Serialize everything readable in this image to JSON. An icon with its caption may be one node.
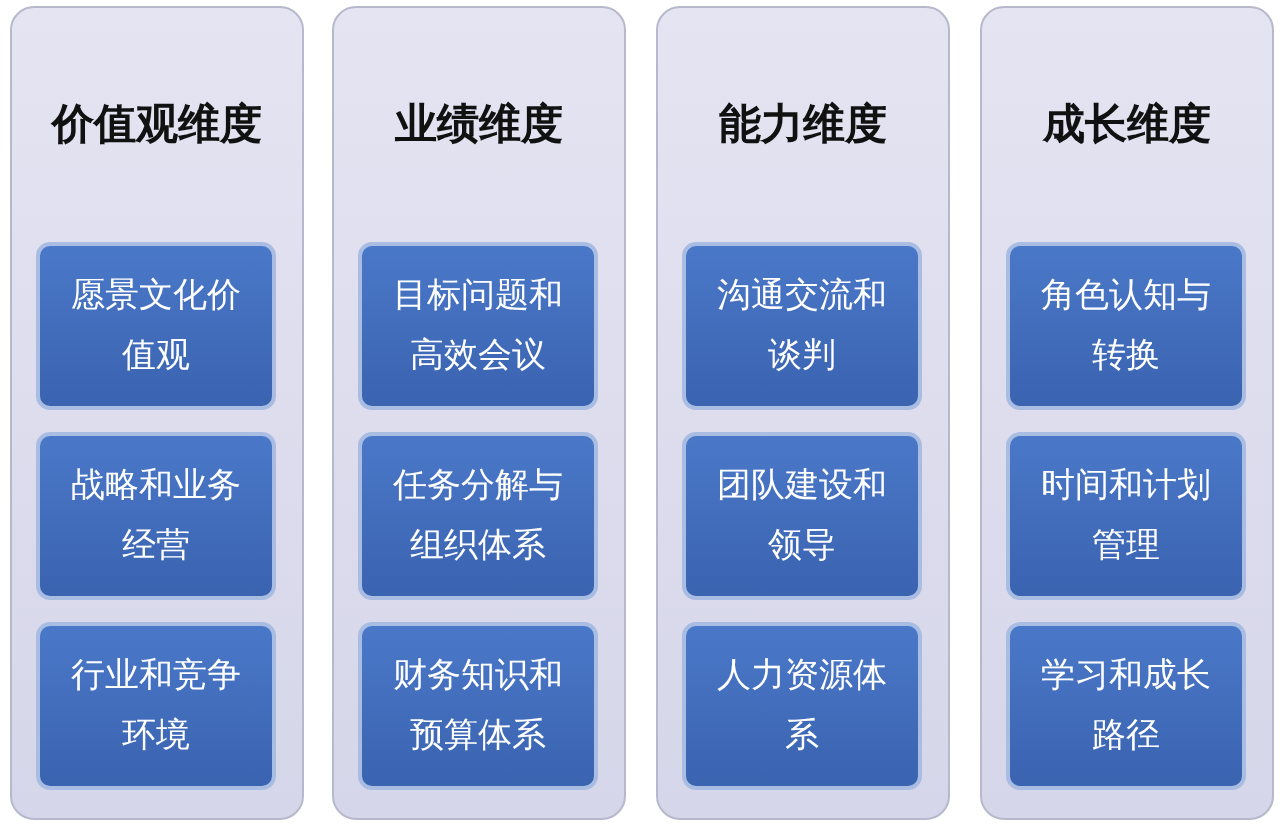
{
  "diagram": {
    "nodes": [
      {
        "text": [
          "价值观维度"
        ]
      },
      {
        "text": [
          "愿景文化价值观"
        ],
        "in": 0
      },
      {
        "text": [
          "战略和业务经营"
        ],
        "in": 0
      },
      {
        "text": [
          "行业和竞争环境"
        ],
        "in": 0
      },
      {
        "text": [
          "业绩维度"
        ]
      },
      {
        "text": [
          "目标问题和高效会议"
        ],
        "in": 4
      },
      {
        "text": [
          "任务分解与组织体系"
        ],
        "in": 4
      },
      {
        "text": [
          "财务知识和预算体系"
        ],
        "in": 4
      },
      {
        "text": [
          "能力维度"
        ]
      },
      {
        "text": [
          "沟通交流和谈判"
        ],
        "in": 8
      },
      {
        "text": [
          "团队建设和领导"
        ],
        "in": 8
      },
      {
        "text": [
          "人力资源体系"
        ],
        "in": 8
      },
      {
        "text": [
          "成长维度"
        ]
      },
      {
        "text": [
          "角色认知与转换"
        ],
        "in": 12
      },
      {
        "text": [
          "时间和计划管理"
        ],
        "in": 12
      },
      {
        "text": [
          "学习和成长路径"
        ],
        "in": 12
      }
    ]
  }
}
